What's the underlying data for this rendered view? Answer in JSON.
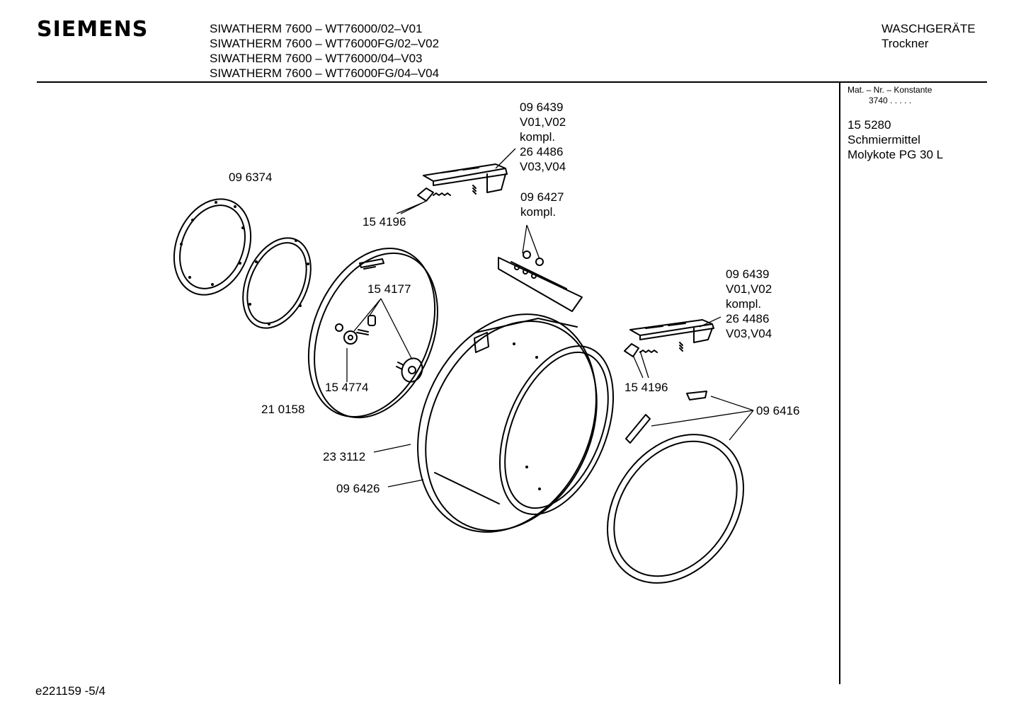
{
  "header": {
    "brand": "SIEMENS",
    "models": [
      "SIWATHERM 7600 – WT76000/02–V01",
      "SIWATHERM 7600 – WT76000FG/02–V02",
      "SIWATHERM 7600 – WT76000/04–V03",
      "SIWATHERM 7600 – WT76000FG/04–V04"
    ],
    "category": "WASCHGERÄTE",
    "subcategory": "Trockner"
  },
  "sidebar": {
    "mat_label": "Mat. – Nr. – Konstante",
    "mat_value": "3740  .   .   .   .   .",
    "entry": {
      "number": "15 5280",
      "line1": "Schmiermittel",
      "line2": "Molykote PG 30 L"
    }
  },
  "labels": {
    "part_096439_top": {
      "number": "09 6439",
      "variants": "V01,V02",
      "note": "kompl.",
      "number2": "26 4486",
      "variants2": "V03,V04"
    },
    "part_096374": "09 6374",
    "part_154196_left": "15 4196",
    "part_096427": {
      "number": "09 6427",
      "note": "kompl."
    },
    "part_154177": "15 4177",
    "part_096439_right": {
      "number": "09 6439",
      "variants": "V01,V02",
      "note": "kompl.",
      "number2": "26 4486",
      "variants2": "V03,V04"
    },
    "part_154774": "15 4774",
    "part_154196_right": "15 4196",
    "part_210158": "21 0158",
    "part_096416": "09 6416",
    "part_233112": "23 3112",
    "part_096426": "09 6426"
  },
  "footer": {
    "code": "e221159 -5/4"
  },
  "colors": {
    "ink": "#000000",
    "paper": "#ffffff",
    "shade": "#b8b8b8"
  }
}
